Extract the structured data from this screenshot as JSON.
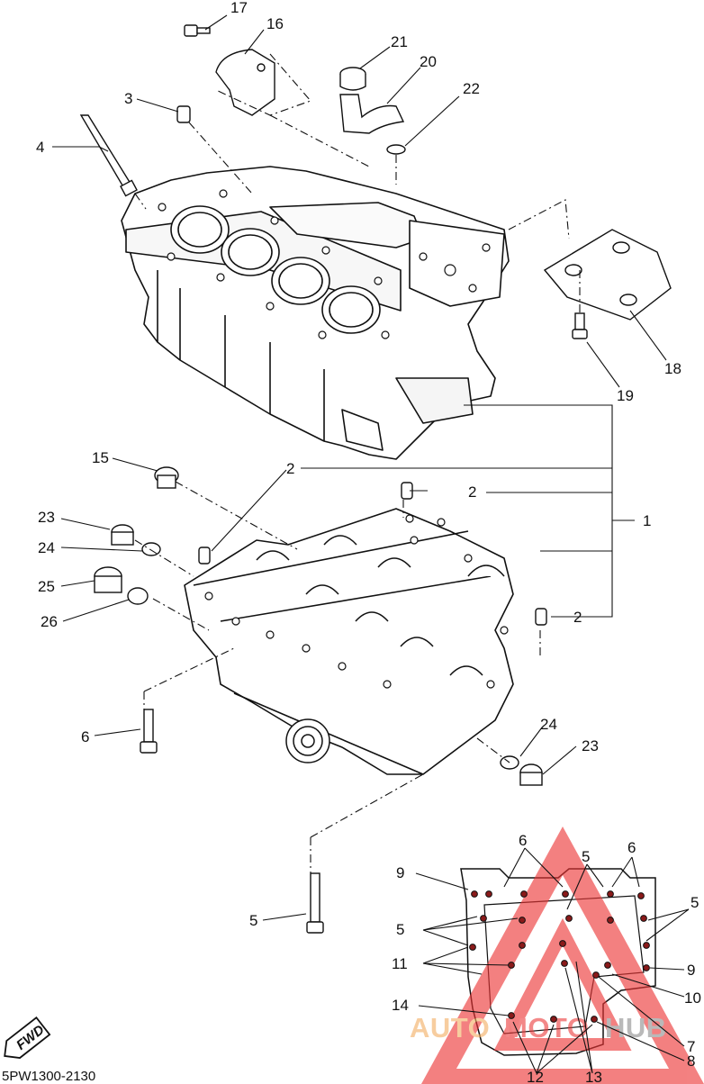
{
  "diagram": {
    "drawing_code": "5PW1300-2130",
    "fwd_label": "FWD",
    "watermark": {
      "auto": "AUTO",
      "moto": "MOTO",
      "hub": "HUB"
    },
    "callouts": [
      {
        "id": "c17",
        "label": "17"
      },
      {
        "id": "c16",
        "label": "16"
      },
      {
        "id": "c21",
        "label": "21"
      },
      {
        "id": "c20",
        "label": "20"
      },
      {
        "id": "c22",
        "label": "22"
      },
      {
        "id": "c3",
        "label": "3"
      },
      {
        "id": "c4",
        "label": "4"
      },
      {
        "id": "c18",
        "label": "18"
      },
      {
        "id": "c19",
        "label": "19"
      },
      {
        "id": "c15",
        "label": "15"
      },
      {
        "id": "c2a",
        "label": "2"
      },
      {
        "id": "c2b",
        "label": "2"
      },
      {
        "id": "c1",
        "label": "1"
      },
      {
        "id": "c23a",
        "label": "23"
      },
      {
        "id": "c24a",
        "label": "24"
      },
      {
        "id": "c25",
        "label": "25"
      },
      {
        "id": "c26",
        "label": "26"
      },
      {
        "id": "c2c",
        "label": "2"
      },
      {
        "id": "c6a",
        "label": "6"
      },
      {
        "id": "c24b",
        "label": "24"
      },
      {
        "id": "c23b",
        "label": "23"
      },
      {
        "id": "c5a",
        "label": "5"
      }
    ],
    "bolt_chart_labels": [
      {
        "id": "b6a",
        "label": "6"
      },
      {
        "id": "b5a",
        "label": "5"
      },
      {
        "id": "b6b",
        "label": "6"
      },
      {
        "id": "b9a",
        "label": "9"
      },
      {
        "id": "b5b",
        "label": "5"
      },
      {
        "id": "b5c",
        "label": "5"
      },
      {
        "id": "b11",
        "label": "11"
      },
      {
        "id": "b9b",
        "label": "9"
      },
      {
        "id": "b10",
        "label": "10"
      },
      {
        "id": "b14",
        "label": "14"
      },
      {
        "id": "b7",
        "label": "7"
      },
      {
        "id": "b8",
        "label": "8"
      },
      {
        "id": "b12",
        "label": "12"
      },
      {
        "id": "b13",
        "label": "13"
      }
    ]
  }
}
